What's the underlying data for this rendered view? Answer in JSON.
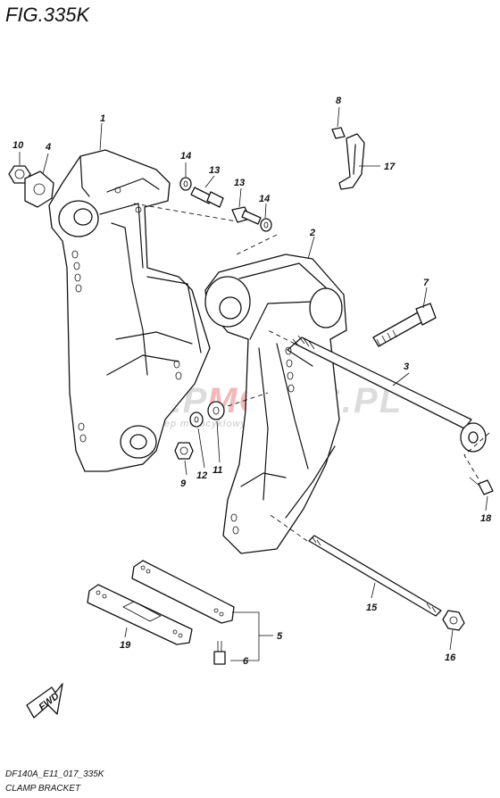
{
  "figure": {
    "title": "FIG.335K",
    "code": "DF140A_E11_017_335K",
    "caption": "CLAMP BRACKET"
  },
  "watermark": {
    "brand_left": "SKLEP",
    "brand_mid": "MOTO",
    "brand_right": "4S.PL",
    "tagline": "internetowy sklep motocyklowy",
    "color_gray": "#d9d9d9",
    "color_red": "#f4b8b8"
  },
  "badge": {
    "label": "FWD"
  },
  "callouts": [
    {
      "id": "1",
      "text": "1"
    },
    {
      "id": "2",
      "text": "2"
    },
    {
      "id": "3",
      "text": "3"
    },
    {
      "id": "4",
      "text": "4"
    },
    {
      "id": "5",
      "text": "5"
    },
    {
      "id": "6",
      "text": "6"
    },
    {
      "id": "7",
      "text": "7"
    },
    {
      "id": "8",
      "text": "8"
    },
    {
      "id": "9",
      "text": "9"
    },
    {
      "id": "10",
      "text": "10"
    },
    {
      "id": "11",
      "text": "11"
    },
    {
      "id": "12",
      "text": "12"
    },
    {
      "id": "13a",
      "text": "13"
    },
    {
      "id": "13b",
      "text": "13"
    },
    {
      "id": "14a",
      "text": "14"
    },
    {
      "id": "14b",
      "text": "14"
    },
    {
      "id": "15",
      "text": "15"
    },
    {
      "id": "16",
      "text": "16"
    },
    {
      "id": "17",
      "text": "17"
    },
    {
      "id": "18",
      "text": "18"
    },
    {
      "id": "19",
      "text": "19"
    }
  ]
}
